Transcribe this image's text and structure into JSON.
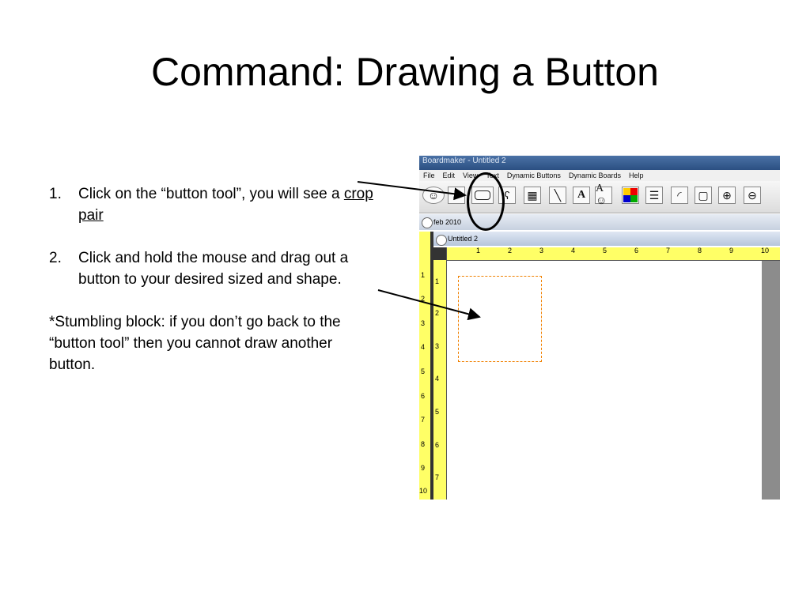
{
  "slide": {
    "title": "Command:  Drawing a Button",
    "steps": [
      {
        "num": "1.",
        "text_before": "Click on the “button tool”, you will see a ",
        "link": "crop pair"
      },
      {
        "num": "2.",
        "text": "Click and hold the mouse and drag out a button to your desired sized and shape."
      }
    ],
    "note": "*Stumbling block:  if you don’t go back to the “button tool” then you cannot draw another button."
  },
  "app": {
    "window_title": "Boardmaker - Untitled 2",
    "menu": [
      "File",
      "Edit",
      "View",
      "Text",
      "Dynamic Buttons",
      "Dynamic Boards",
      "Help"
    ],
    "toolbar_icons": [
      "face-icon",
      "pointer-icon",
      "button-tool-icon",
      "freeform-icon",
      "grid-icon",
      "line-icon",
      "text-icon",
      "symbol-text-icon",
      "color-icon",
      "line-thickness-icon",
      "corner-icon",
      "border-icon",
      "zoom-in-icon",
      "zoom-out-icon"
    ],
    "board_tab": "feb 2010",
    "document_tab": "Untitled 2",
    "ruler_numbers": [
      "1",
      "2",
      "3",
      "4",
      "5",
      "6",
      "7",
      "8",
      "9",
      "10"
    ],
    "colors": {
      "ruler": "#ffff66",
      "selection": "#f08000",
      "scrollbar": "#8c8c8c"
    }
  }
}
